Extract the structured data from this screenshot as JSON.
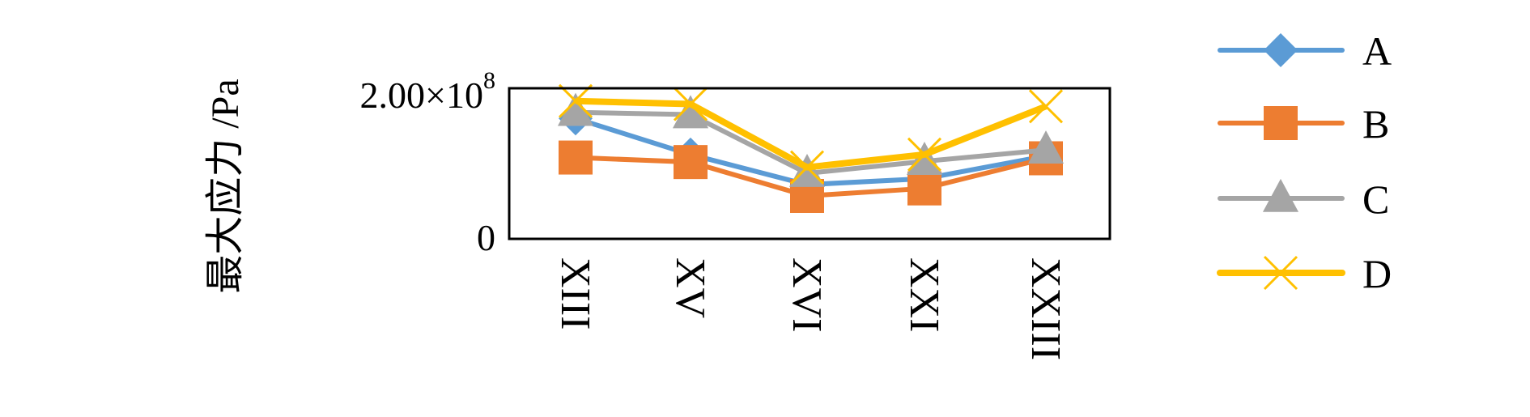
{
  "chart_data": {
    "type": "line",
    "title": "",
    "ylabel": "最大应力 /Pa",
    "xlabel": "",
    "categories": [
      "XIII",
      "XV",
      "XVI",
      "XXI",
      "XXIII"
    ],
    "ylim": [
      0,
      200000000
    ],
    "yticks": [
      {
        "value": 0,
        "label": "0"
      },
      {
        "value": 200000000,
        "label_mantissa": "2.00×10",
        "label_exponent": "8"
      }
    ],
    "grid": false,
    "legend_position": "right",
    "series": [
      {
        "name": "A",
        "color": "#5B9BD5",
        "marker": "diamond",
        "values": [
          160000000,
          112000000,
          72000000,
          80000000,
          110000000
        ]
      },
      {
        "name": "B",
        "color": "#ED7D31",
        "marker": "square",
        "values": [
          108000000,
          102000000,
          57000000,
          67000000,
          107000000
        ]
      },
      {
        "name": "C",
        "color": "#A5A5A5",
        "marker": "triangle",
        "values": [
          168000000,
          165000000,
          87000000,
          103000000,
          118000000
        ]
      },
      {
        "name": "D",
        "color": "#FFC000",
        "marker": "x",
        "values": [
          183000000,
          179000000,
          95000000,
          112000000,
          176000000
        ]
      }
    ]
  }
}
